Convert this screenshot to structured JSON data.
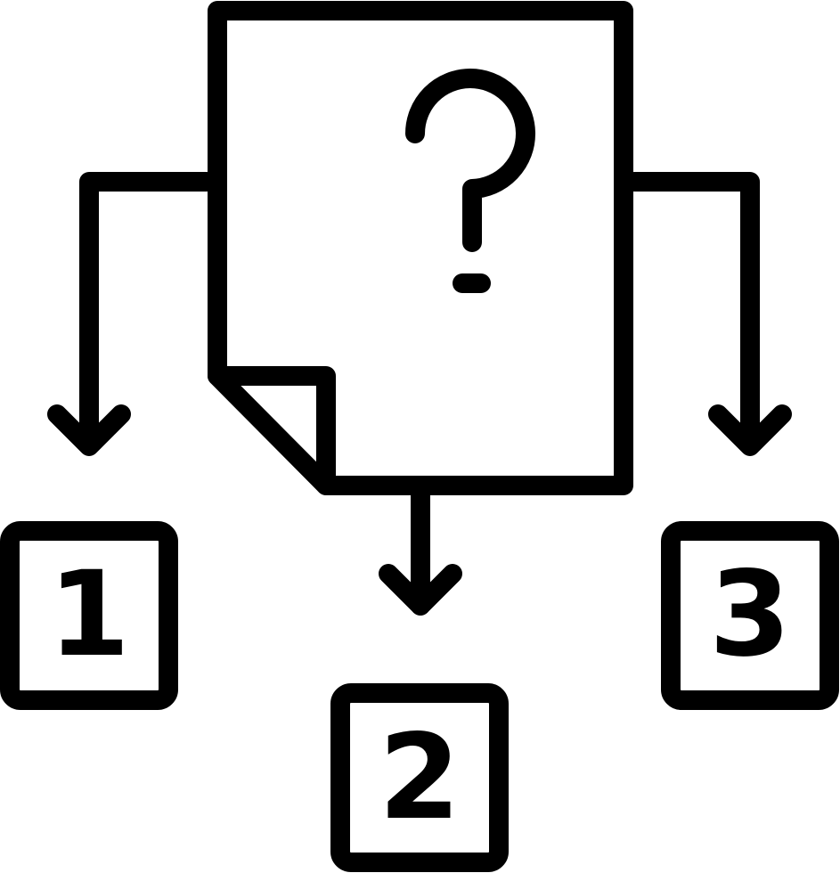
{
  "icon": {
    "name": "document-with-question-mark",
    "stroke_color": "#000000",
    "background_color": "#ffffff"
  },
  "document": {
    "symbol": "?"
  },
  "options": [
    {
      "label": "1"
    },
    {
      "label": "2"
    },
    {
      "label": "3"
    }
  ]
}
